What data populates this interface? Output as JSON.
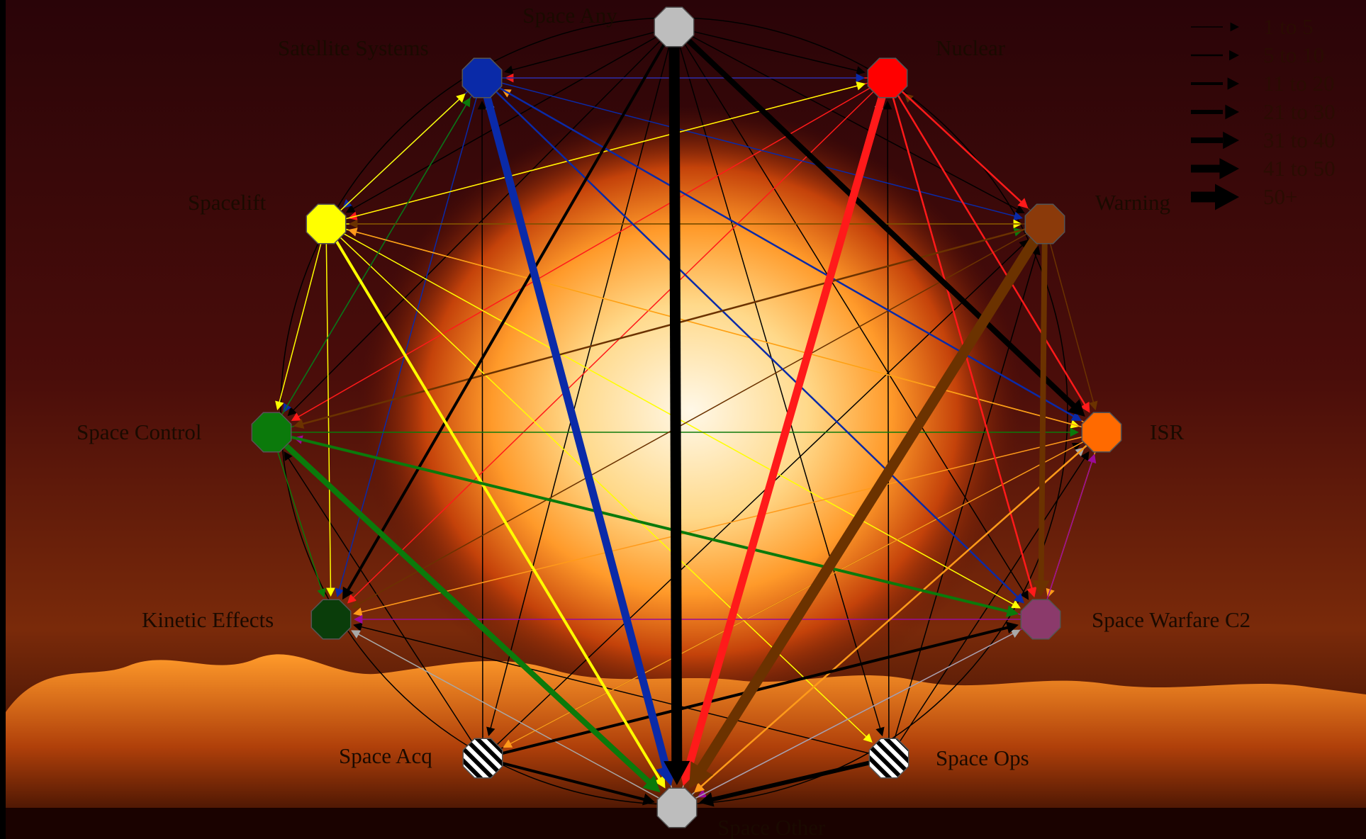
{
  "diagram": {
    "nodes": [
      {
        "id": "space_any",
        "label": "Space Any",
        "color": "#bdbdbd",
        "pattern": "solid"
      },
      {
        "id": "nuclear",
        "label": "Nuclear",
        "color": "#ff0000",
        "pattern": "solid"
      },
      {
        "id": "warning",
        "label": "Warning",
        "color": "#8b3a0a",
        "pattern": "solid"
      },
      {
        "id": "isr",
        "label": "ISR",
        "color": "#ff6a00",
        "pattern": "solid"
      },
      {
        "id": "space_warfare_c2",
        "label": "Space Warfare C2",
        "color": "#8b3a6b",
        "pattern": "solid"
      },
      {
        "id": "space_ops",
        "label": "Space Ops",
        "color": "#ffffff",
        "pattern": "hatched"
      },
      {
        "id": "space_other",
        "label": "Space Other",
        "color": "#bdbdbd",
        "pattern": "solid"
      },
      {
        "id": "space_acq",
        "label": "Space Acq",
        "color": "#ffffff",
        "pattern": "hatched"
      },
      {
        "id": "kinetic_effects",
        "label": "Kinetic Effects",
        "color": "#0a3d0a",
        "pattern": "solid"
      },
      {
        "id": "space_control",
        "label": "Space Control",
        "color": "#0b7a0b",
        "pattern": "solid"
      },
      {
        "id": "spacelift",
        "label": "Spacelift",
        "color": "#ffff00",
        "pattern": "solid"
      },
      {
        "id": "satellite_systems",
        "label": "Satellite Systems",
        "color": "#0a2aa8",
        "pattern": "solid"
      }
    ],
    "edges": [
      {
        "from": "space_any",
        "to": "space_other",
        "weight": 7,
        "color": "#000000"
      },
      {
        "from": "space_any",
        "to": "isr",
        "weight": 5,
        "color": "#000000"
      },
      {
        "from": "space_any",
        "to": "kinetic_effects",
        "weight": 3,
        "color": "#000000"
      },
      {
        "from": "space_any",
        "to": "nuclear",
        "weight": 1,
        "color": "#000000"
      },
      {
        "from": "space_any",
        "to": "warning",
        "weight": 1,
        "color": "#000000"
      },
      {
        "from": "space_any",
        "to": "space_warfare_c2",
        "weight": 1,
        "color": "#000000"
      },
      {
        "from": "space_any",
        "to": "space_acq",
        "weight": 1,
        "color": "#000000"
      },
      {
        "from": "space_any",
        "to": "space_ops",
        "weight": 1,
        "color": "#000000"
      },
      {
        "from": "space_any",
        "to": "spacelift",
        "weight": 1,
        "color": "#000000"
      },
      {
        "from": "space_any",
        "to": "space_control",
        "weight": 1,
        "color": "#000000"
      },
      {
        "from": "space_any",
        "to": "satellite_systems",
        "weight": 1,
        "color": "#000000"
      },
      {
        "from": "space_ops",
        "to": "space_other",
        "weight": 4,
        "color": "#000000"
      },
      {
        "from": "space_acq",
        "to": "space_other",
        "weight": 3,
        "color": "#000000"
      },
      {
        "from": "space_acq",
        "to": "space_warfare_c2",
        "weight": 3,
        "color": "#000000"
      },
      {
        "from": "space_acq",
        "to": "isr",
        "weight": 1,
        "color": "#000000"
      },
      {
        "from": "space_acq",
        "to": "warning",
        "weight": 1,
        "color": "#000000"
      },
      {
        "from": "space_acq",
        "to": "space_control",
        "weight": 1,
        "color": "#000000"
      },
      {
        "from": "space_acq",
        "to": "satellite_systems",
        "weight": 1,
        "color": "#000000"
      },
      {
        "from": "space_ops",
        "to": "isr",
        "weight": 1,
        "color": "#000000"
      },
      {
        "from": "space_ops",
        "to": "warning",
        "weight": 1,
        "color": "#000000"
      },
      {
        "from": "space_ops",
        "to": "kinetic_effects",
        "weight": 1,
        "color": "#000000"
      },
      {
        "from": "space_ops",
        "to": "nuclear",
        "weight": 1,
        "color": "#000000"
      },
      {
        "from": "nuclear",
        "to": "space_other",
        "weight": 6,
        "color": "#ff1a1a"
      },
      {
        "from": "nuclear",
        "to": "space_warfare_c2",
        "weight": 2,
        "color": "#ff1a1a"
      },
      {
        "from": "nuclear",
        "to": "warning",
        "weight": 2,
        "color": "#ff1a1a"
      },
      {
        "from": "nuclear",
        "to": "isr",
        "weight": 2,
        "color": "#ff1a1a"
      },
      {
        "from": "nuclear",
        "to": "satellite_systems",
        "weight": 1,
        "color": "#ff1a1a"
      },
      {
        "from": "nuclear",
        "to": "spacelift",
        "weight": 1,
        "color": "#ff1a1a"
      },
      {
        "from": "nuclear",
        "to": "space_control",
        "weight": 1,
        "color": "#ff1a1a"
      },
      {
        "from": "nuclear",
        "to": "kinetic_effects",
        "weight": 1,
        "color": "#ff1a1a"
      },
      {
        "from": "satellite_systems",
        "to": "space_other",
        "weight": 6,
        "color": "#0a2aa8"
      },
      {
        "from": "satellite_systems",
        "to": "isr",
        "weight": 2,
        "color": "#0a2aa8"
      },
      {
        "from": "satellite_systems",
        "to": "space_warfare_c2",
        "weight": 2,
        "color": "#0a2aa8"
      },
      {
        "from": "satellite_systems",
        "to": "warning",
        "weight": 1,
        "color": "#0a2aa8"
      },
      {
        "from": "satellite_systems",
        "to": "nuclear",
        "weight": 1,
        "color": "#0a2aa8"
      },
      {
        "from": "satellite_systems",
        "to": "spacelift",
        "weight": 1,
        "color": "#0a2aa8"
      },
      {
        "from": "satellite_systems",
        "to": "space_control",
        "weight": 1,
        "color": "#0a2aa8"
      },
      {
        "from": "satellite_systems",
        "to": "kinetic_effects",
        "weight": 1,
        "color": "#0a2aa8"
      },
      {
        "from": "spacelift",
        "to": "space_other",
        "weight": 3,
        "color": "#ffff00"
      },
      {
        "from": "spacelift",
        "to": "warning",
        "weight": 1,
        "color": "#ffff00"
      },
      {
        "from": "spacelift",
        "to": "isr",
        "weight": 1,
        "color": "#ffff00"
      },
      {
        "from": "spacelift",
        "to": "space_warfare_c2",
        "weight": 1,
        "color": "#ffff00"
      },
      {
        "from": "spacelift",
        "to": "nuclear",
        "weight": 1,
        "color": "#ffff00"
      },
      {
        "from": "spacelift",
        "to": "satellite_systems",
        "weight": 1,
        "color": "#ffff00"
      },
      {
        "from": "spacelift",
        "to": "space_control",
        "weight": 1,
        "color": "#ffff00"
      },
      {
        "from": "spacelift",
        "to": "kinetic_effects",
        "weight": 1,
        "color": "#ffff00"
      },
      {
        "from": "spacelift",
        "to": "space_ops",
        "weight": 1,
        "color": "#ffff00"
      },
      {
        "from": "space_control",
        "to": "space_other",
        "weight": 5,
        "color": "#0b7a0b"
      },
      {
        "from": "space_control",
        "to": "space_warfare_c2",
        "weight": 3,
        "color": "#0b7a0b"
      },
      {
        "from": "space_control",
        "to": "isr",
        "weight": 1,
        "color": "#0b7a0b"
      },
      {
        "from": "space_control",
        "to": "warning",
        "weight": 1,
        "color": "#0b7a0b"
      },
      {
        "from": "space_control",
        "to": "kinetic_effects",
        "weight": 1,
        "color": "#0b7a0b"
      },
      {
        "from": "space_control",
        "to": "satellite_systems",
        "weight": 1,
        "color": "#0b7a0b"
      },
      {
        "from": "warning",
        "to": "space_other",
        "weight": 7,
        "color": "#6b3200"
      },
      {
        "from": "warning",
        "to": "space_warfare_c2",
        "weight": 5,
        "color": "#6b3200"
      },
      {
        "from": "warning",
        "to": "space_control",
        "weight": 2,
        "color": "#6b3200"
      },
      {
        "from": "warning",
        "to": "kinetic_effects",
        "weight": 1,
        "color": "#6b3200"
      },
      {
        "from": "warning",
        "to": "spacelift",
        "weight": 1,
        "color": "#6b3200"
      },
      {
        "from": "warning",
        "to": "isr",
        "weight": 1,
        "color": "#6b3200"
      },
      {
        "from": "warning",
        "to": "nuclear",
        "weight": 1,
        "color": "#6b3200"
      },
      {
        "from": "isr",
        "to": "space_other",
        "weight": 2,
        "color": "#ff9a1a"
      },
      {
        "from": "isr",
        "to": "kinetic_effects",
        "weight": 1,
        "color": "#ff9a1a"
      },
      {
        "from": "isr",
        "to": "space_warfare_c2",
        "weight": 1,
        "color": "#ff9a1a"
      },
      {
        "from": "isr",
        "to": "spacelift",
        "weight": 1,
        "color": "#ff9a1a"
      },
      {
        "from": "isr",
        "to": "satellite_systems",
        "weight": 1,
        "color": "#ff9a1a"
      },
      {
        "from": "isr",
        "to": "space_acq",
        "weight": 1,
        "color": "#ff9a1a"
      },
      {
        "from": "space_warfare_c2",
        "to": "space_control",
        "weight": 1,
        "color": "#9a0a9a"
      },
      {
        "from": "space_warfare_c2",
        "to": "kinetic_effects",
        "weight": 1,
        "color": "#9a0a9a"
      },
      {
        "from": "space_warfare_c2",
        "to": "space_other",
        "weight": 1,
        "color": "#9a0a9a"
      },
      {
        "from": "space_warfare_c2",
        "to": "isr",
        "weight": 1,
        "color": "#9a0a9a"
      },
      {
        "from": "space_other",
        "to": "isr",
        "weight": 1,
        "color": "#a8a8a8"
      },
      {
        "from": "space_other",
        "to": "nuclear",
        "weight": 1,
        "color": "#a8a8a8"
      },
      {
        "from": "space_other",
        "to": "kinetic_effects",
        "weight": 1,
        "color": "#a8a8a8"
      },
      {
        "from": "space_other",
        "to": "satellite_systems",
        "weight": 1,
        "color": "#a8a8a8"
      },
      {
        "from": "space_other",
        "to": "space_warfare_c2",
        "weight": 1,
        "color": "#a8a8a8"
      }
    ]
  },
  "legend": {
    "items": [
      {
        "label": "1 to 5",
        "weight": 1
      },
      {
        "label": "5 to 10",
        "weight": 2
      },
      {
        "label": "11 to 20",
        "weight": 3
      },
      {
        "label": "21 to 30",
        "weight": 4
      },
      {
        "label": "31 to 40",
        "weight": 5
      },
      {
        "label": "41 to 50",
        "weight": 6
      },
      {
        "label": "50+",
        "weight": 7
      }
    ]
  }
}
